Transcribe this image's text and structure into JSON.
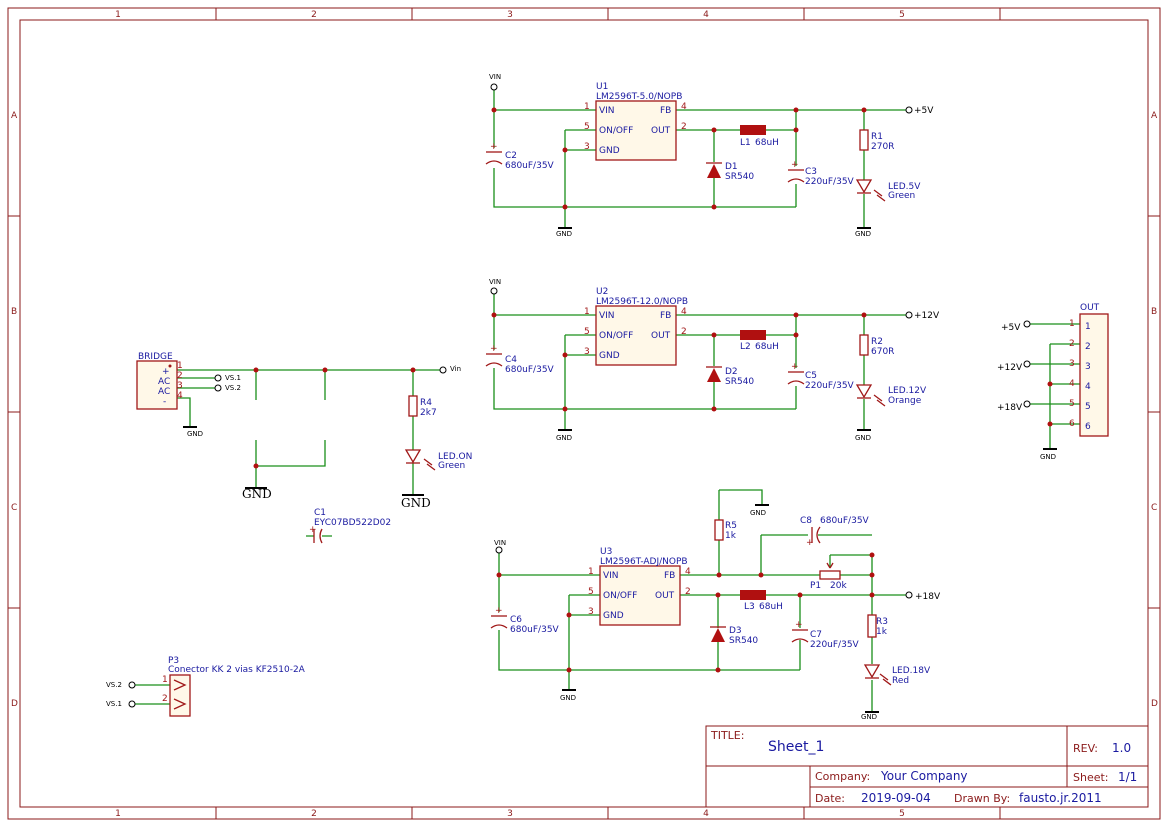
{
  "frame": {
    "columns": [
      "1",
      "2",
      "3",
      "4",
      "5"
    ],
    "rows": [
      "A",
      "B",
      "C",
      "D"
    ]
  },
  "nets": {
    "vin": "VIN",
    "gnd": "GND",
    "p5v": "+5V",
    "p12v": "+12V",
    "p18v": "+18V",
    "vin_small": "Vin",
    "vs1": "VS.1",
    "vs2": "VS.2"
  },
  "regulators": [
    {
      "ref": "U1",
      "value": "LM2596T-5.0/NOPB"
    },
    {
      "ref": "U2",
      "value": "LM2596T-12.0/NOPB"
    },
    {
      "ref": "U3",
      "value": "LM2596T-ADJ/NOPB"
    }
  ],
  "pins": {
    "vin": "VIN",
    "fb": "FB",
    "onoff": "ON/OFF",
    "out": "OUT",
    "gnd": "GND",
    "n1": "1",
    "n2": "2",
    "n3": "3",
    "n4": "4",
    "n5": "5"
  },
  "components": {
    "c1": {
      "ref": "C1",
      "value": "EYC07BD522D02"
    },
    "c2": {
      "ref": "C2",
      "value": "680uF/35V"
    },
    "c3": {
      "ref": "C3",
      "value": "220uF/35V"
    },
    "c4": {
      "ref": "C4",
      "value": "680uF/35V"
    },
    "c5": {
      "ref": "C5",
      "value": "220uF/35V"
    },
    "c6": {
      "ref": "C6",
      "value": "680uF/35V"
    },
    "c7": {
      "ref": "C7",
      "value": "220uF/35V"
    },
    "c8": {
      "ref": "C8",
      "value": "680uF/35V"
    },
    "l1": {
      "ref": "L1",
      "value": "68uH"
    },
    "l2": {
      "ref": "L2",
      "value": "68uH"
    },
    "l3": {
      "ref": "L3",
      "value": "68uH"
    },
    "d1": {
      "ref": "D1",
      "value": "SR540"
    },
    "d2": {
      "ref": "D2",
      "value": "SR540"
    },
    "d3": {
      "ref": "D3",
      "value": "SR540"
    },
    "r1": {
      "ref": "R1",
      "value": "270R"
    },
    "r2": {
      "ref": "R2",
      "value": "670R"
    },
    "r3": {
      "ref": "R3",
      "value": "1k"
    },
    "r4": {
      "ref": "R4",
      "value": "2k7"
    },
    "r5": {
      "ref": "R5",
      "value": "1k"
    },
    "p1": {
      "ref": "P1",
      "value": "20k"
    },
    "led5": {
      "ref": "LED.5V",
      "value": "Green"
    },
    "led12": {
      "ref": "LED.12V",
      "value": "Orange"
    },
    "led18": {
      "ref": "LED.18V",
      "value": "Red"
    },
    "ledon": {
      "ref": "LED.ON",
      "value": "Green"
    }
  },
  "bridge": {
    "ref": "BRIDGE",
    "pins": [
      "1",
      "2",
      "3",
      "4"
    ],
    "names": [
      "+",
      "AC",
      "AC",
      "-"
    ]
  },
  "p3": {
    "ref": "P3",
    "value": "Conector KK 2 vias KF2510-2A",
    "pins": [
      "1",
      "2"
    ]
  },
  "out_connector": {
    "ref": "OUT",
    "pins": [
      "1",
      "2",
      "3",
      "4",
      "5",
      "6"
    ],
    "nets": [
      "+5V",
      "+12V",
      "+18V"
    ]
  },
  "title_block": {
    "title_label": "TITLE:",
    "title": "Sheet_1",
    "rev_label": "REV:",
    "rev": "1.0",
    "company_label": "Company:",
    "company": "Your Company",
    "sheet_label": "Sheet:",
    "sheet": "1/1",
    "date_label": "Date:",
    "date": "2019-09-04",
    "drawn_label": "Drawn By:",
    "drawn_by": "fausto.jr.2011"
  }
}
